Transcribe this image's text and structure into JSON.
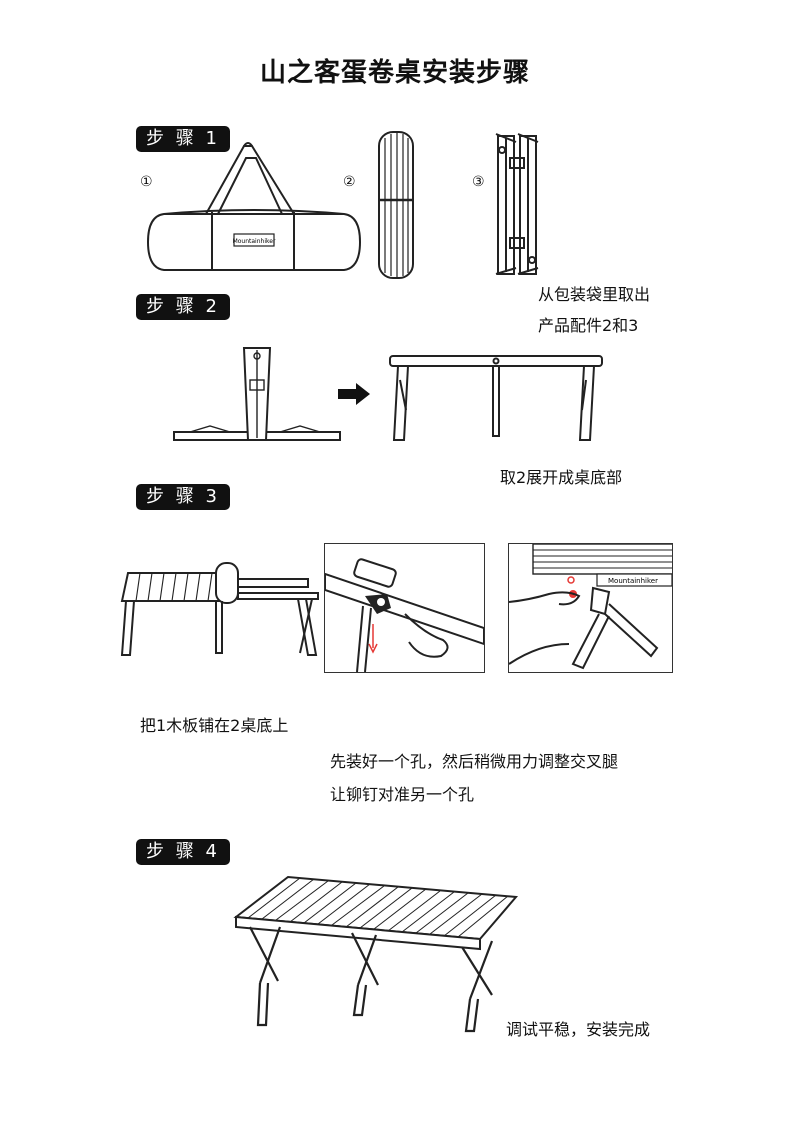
{
  "title": "山之客蛋卷桌安装步骤",
  "steps": [
    {
      "badge": "步 骤 1",
      "parts": [
        "①",
        "②",
        "③"
      ],
      "captions": [
        "从包装袋里取出",
        "产品配件2和3"
      ],
      "brand_label": "Mountainhiker"
    },
    {
      "badge": "步 骤 2",
      "captions": [
        "取2展开成桌底部"
      ]
    },
    {
      "badge": "步 骤 3",
      "brand_label": "Mountainhiker",
      "captions": [
        "把1木板铺在2桌底上",
        "先装好一个孔，然后稍微用力调整交叉腿",
        "让铆钉对准另一个孔"
      ]
    },
    {
      "badge": "步 骤 4",
      "captions": [
        "调试平稳，安装完成"
      ]
    }
  ],
  "colors": {
    "badge_bg": "#111111",
    "badge_text": "#ffffff",
    "line": "#222222",
    "accent_red": "#e53935"
  }
}
